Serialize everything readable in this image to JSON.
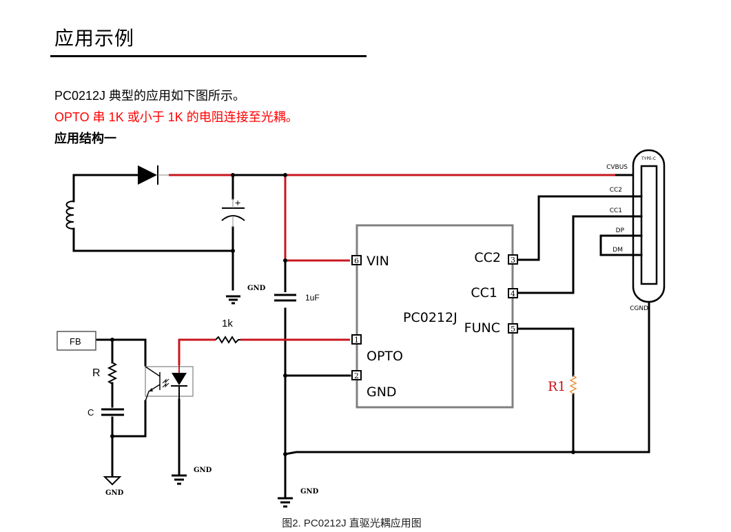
{
  "section_title": "应用示例",
  "intro_text": "PC0212J 典型的应用如下图所示。",
  "warning_text": "OPTO 串 1K 或小于 1K 的电阻连接至光耦。",
  "subheading": "应用结构一",
  "colors": {
    "wire": "#000000",
    "power_wire": "#c8161e",
    "warning_text": "#ff0000",
    "ic_outline": "#808080",
    "r1_label": "#c8161e",
    "r1_resistor": "#e8913a"
  },
  "schematic": {
    "ic": {
      "name": "PC0212J",
      "left_pins": [
        {
          "number": "6",
          "label": "VIN"
        },
        {
          "number": "1",
          "label": "OPTO"
        },
        {
          "number": "2",
          "label": "GND"
        }
      ],
      "right_pins": [
        {
          "number": "3",
          "label": "CC2"
        },
        {
          "number": "4",
          "label": "CC1"
        },
        {
          "number": "5",
          "label": "FUNC"
        }
      ]
    },
    "connector": {
      "name": "TYPE-C",
      "pins": [
        "CVBUS",
        "CC2",
        "CC1",
        "DP",
        "DM",
        "CGND"
      ]
    },
    "components": {
      "fb_block": "FB",
      "r_label": "R",
      "c_label": "C",
      "opto_resistor": "1k",
      "vin_cap": "1uF",
      "func_resistor": "R1",
      "electrolytic_polarity": "+"
    },
    "gnd_labels": [
      "GND",
      "GND",
      "GND",
      "GND"
    ]
  },
  "caption": "图2. PC0212J 直驱光耦应用图"
}
